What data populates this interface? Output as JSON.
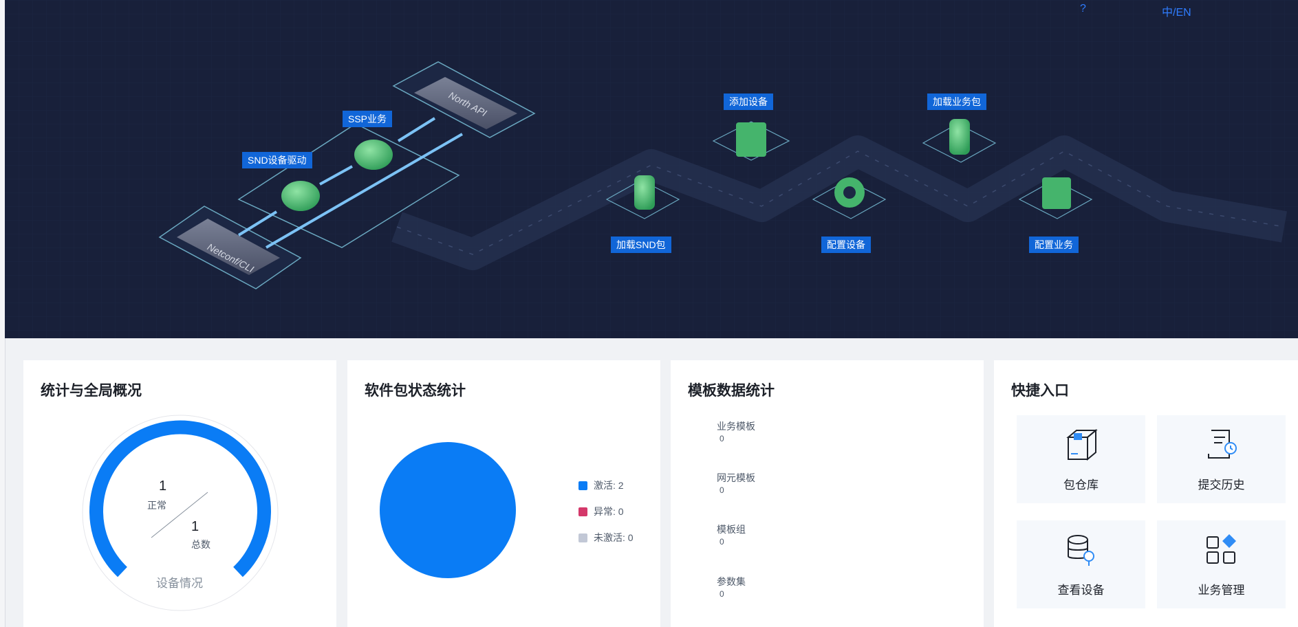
{
  "topbar": {
    "help": "?",
    "language": "中/EN"
  },
  "flow": {
    "labels": {
      "snd_driver": "SND设备驱动",
      "ssp_service": "SSP业务",
      "load_snd": "加载SND包",
      "add_device": "添加设备",
      "config_device": "配置设备",
      "load_service_pkg": "加载业务包",
      "config_service": "配置业务"
    },
    "blocks": {
      "north_api": "North API",
      "netconf": "Netconf/CLI"
    }
  },
  "stats_card": {
    "title": "统计与全局概况",
    "normal_value": "1",
    "normal_label": "正常",
    "total_value": "1",
    "total_label": "总数",
    "caption": "设备情况",
    "ratio": 1.0
  },
  "package_card": {
    "title": "软件包状态统计",
    "legend": [
      {
        "label": "激活: 2",
        "color": "#0a7cf5"
      },
      {
        "label": "异常: 0",
        "color": "#d4386a"
      },
      {
        "label": "未激活: 0",
        "color": "#c2c8d6"
      }
    ]
  },
  "template_card": {
    "title": "模板数据统计",
    "items": [
      {
        "name": "业务模板",
        "value": "0"
      },
      {
        "name": "网元模板",
        "value": "0"
      },
      {
        "name": "模板组",
        "value": "0"
      },
      {
        "name": "参数集",
        "value": "0"
      }
    ]
  },
  "quick_card": {
    "title": "快捷入口",
    "items": [
      {
        "label": "包仓库",
        "icon": "package-icon"
      },
      {
        "label": "提交历史",
        "icon": "history-icon"
      },
      {
        "label": "查看设备",
        "icon": "device-search-icon"
      },
      {
        "label": "业务管理",
        "icon": "service-manage-icon"
      }
    ]
  }
}
